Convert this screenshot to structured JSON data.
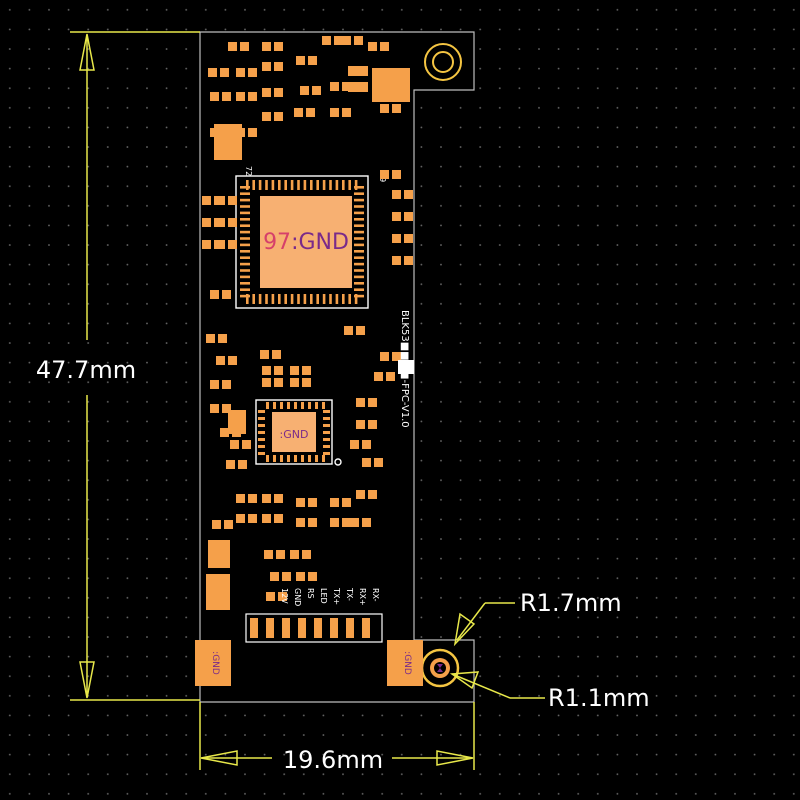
{
  "dimensions": {
    "height": "47.7mm",
    "width": "19.6mm",
    "radius_outer": "R1.7mm",
    "radius_inner": "R1.1mm"
  },
  "chip_main": {
    "label_num": "97",
    "label_net": ":GND"
  },
  "chip_small": {
    "label": ":GND"
  },
  "edge_pads": {
    "left": ":GND",
    "right": ":GND"
  },
  "pin_labels": [
    "12V",
    "GND",
    "RS",
    "LED",
    "TX+",
    "TX-",
    "RX+",
    "RX-"
  ],
  "board_text": "BLK53■■■■-FPC-V1.0",
  "silk_numbers": {
    "n72": "72",
    "n49": "49"
  },
  "colors": {
    "background": "#000000",
    "dimension_line": "#e8e84a",
    "copper": "#f5a04a",
    "gnd_text": "#7a2a8a",
    "silkscreen": "#ffffff"
  }
}
